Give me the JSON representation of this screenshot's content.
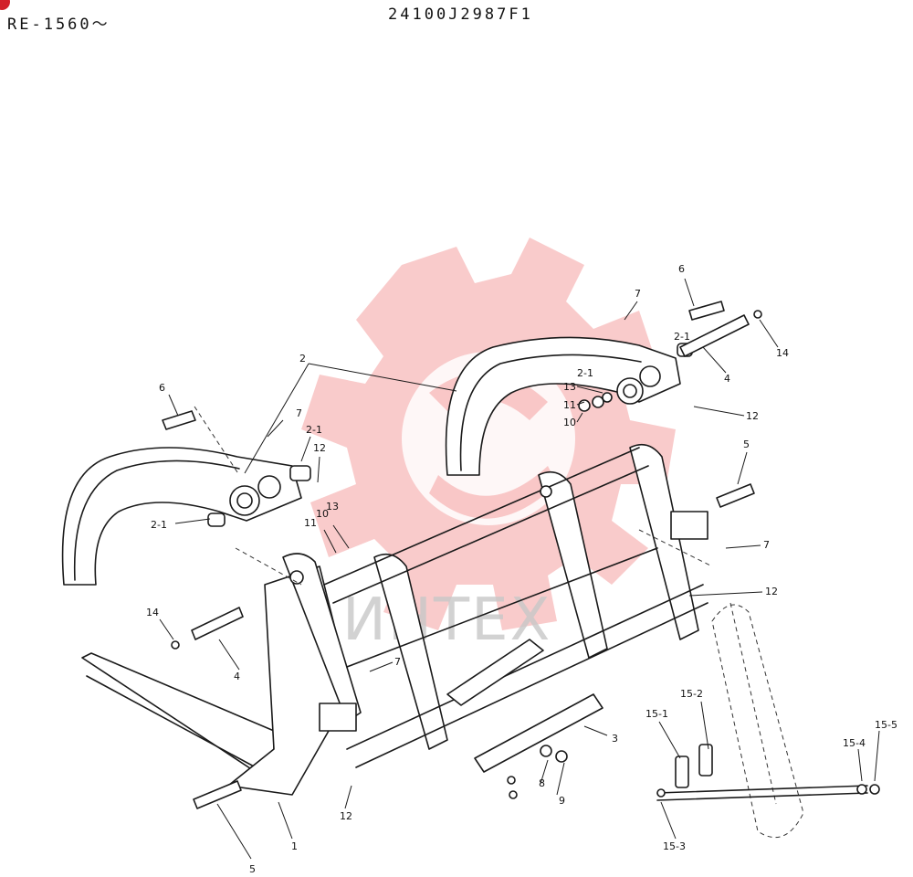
{
  "header": {
    "serial_range": "RE-1560〜",
    "part_number": "24100J2987F1"
  },
  "watermark": {
    "text": "ИНТЕХ",
    "color": "#f4a0a0"
  },
  "callouts": [
    {
      "id": "c-6-left",
      "text": "6"
    },
    {
      "id": "c-7-left",
      "text": "7"
    },
    {
      "id": "c-2-1-left-top",
      "text": "2-1"
    },
    {
      "id": "c-12-left-top",
      "text": "12"
    },
    {
      "id": "c-2",
      "text": "2"
    },
    {
      "id": "c-2-1-left-low",
      "text": "2-1"
    },
    {
      "id": "c-11-left",
      "text": "11"
    },
    {
      "id": "c-10-left",
      "text": "10"
    },
    {
      "id": "c-13-left",
      "text": "13"
    },
    {
      "id": "c-14-left",
      "text": "14"
    },
    {
      "id": "c-4-left",
      "text": "4"
    },
    {
      "id": "c-7-mid",
      "text": "7"
    },
    {
      "id": "c-5-left",
      "text": "5"
    },
    {
      "id": "c-1",
      "text": "1"
    },
    {
      "id": "c-12-bottom",
      "text": "12"
    },
    {
      "id": "c-3",
      "text": "3"
    },
    {
      "id": "c-8",
      "text": "8"
    },
    {
      "id": "c-9",
      "text": "9"
    },
    {
      "id": "c-7-right-top",
      "text": "7"
    },
    {
      "id": "c-6-right",
      "text": "6"
    },
    {
      "id": "c-2-1-right-top",
      "text": "2-1"
    },
    {
      "id": "c-14-right",
      "text": "14"
    },
    {
      "id": "c-4-right",
      "text": "4"
    },
    {
      "id": "c-13-right",
      "text": "13"
    },
    {
      "id": "c-2-1-right-low",
      "text": "2-1"
    },
    {
      "id": "c-11-right",
      "text": "11"
    },
    {
      "id": "c-10-right",
      "text": "10"
    },
    {
      "id": "c-12-right-top",
      "text": "12"
    },
    {
      "id": "c-5-right",
      "text": "5"
    },
    {
      "id": "c-7-right",
      "text": "7"
    },
    {
      "id": "c-12-right-mid",
      "text": "12"
    },
    {
      "id": "c-15-2",
      "text": "15-2"
    },
    {
      "id": "c-15-1",
      "text": "15-1"
    },
    {
      "id": "c-15-4",
      "text": "15-4"
    },
    {
      "id": "c-15-5",
      "text": "15-5"
    },
    {
      "id": "c-15-3",
      "text": "15-3"
    }
  ]
}
